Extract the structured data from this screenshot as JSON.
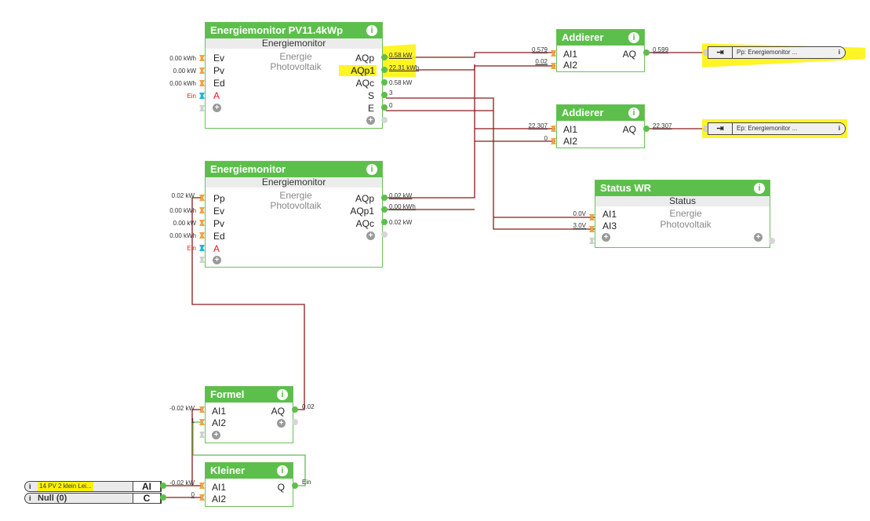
{
  "blocks": {
    "em1": {
      "title": "Energiemonitor PV11.4kWp",
      "subtitle": "Energiemonitor",
      "mid_lines": [
        "Energie",
        "Photovoltaik"
      ],
      "inputs": [
        {
          "name": "Ev",
          "value": "0.00 kWh"
        },
        {
          "name": "Pv",
          "value": "0.00 kW"
        },
        {
          "name": "Ed",
          "value": "0.00 kWh"
        },
        {
          "name": "A",
          "value": "Ein"
        }
      ],
      "outputs": [
        {
          "name": "AQp",
          "value": "0.58 kW"
        },
        {
          "name": "AQp1",
          "value": "22.31 kWh"
        },
        {
          "name": "AQc",
          "value": "0.58 kW"
        },
        {
          "name": "S",
          "value": "3"
        },
        {
          "name": "E",
          "value": "0"
        }
      ]
    },
    "em2": {
      "title": "Energiemonitor",
      "subtitle": "Energiemonitor",
      "mid_lines": [
        "Energie",
        "Photovoltaik"
      ],
      "inputs": [
        {
          "name": "Pp",
          "value": "0.02 kW"
        },
        {
          "name": "Ev",
          "value": "0.00 kWh"
        },
        {
          "name": "Pv",
          "value": "0.00 kW"
        },
        {
          "name": "Ed",
          "value": "0.00 kWh"
        },
        {
          "name": "A",
          "value": "Ein"
        }
      ],
      "outputs": [
        {
          "name": "AQp",
          "value": "0.02 kW"
        },
        {
          "name": "AQp1",
          "value": "0.00 kWh"
        },
        {
          "name": "AQc",
          "value": "0.02 kW"
        }
      ]
    },
    "add1": {
      "title": "Addierer",
      "inputs": [
        {
          "name": "AI1",
          "value": "0.579"
        },
        {
          "name": "AI2",
          "value": "0.02"
        }
      ],
      "outputs": [
        {
          "name": "AQ",
          "value": "0.599"
        }
      ]
    },
    "add2": {
      "title": "Addierer",
      "inputs": [
        {
          "name": "AI1",
          "value": "22.307"
        },
        {
          "name": "AI2",
          "value": "0"
        }
      ],
      "outputs": [
        {
          "name": "AQ",
          "value": "22.307"
        }
      ]
    },
    "status": {
      "title": "Status WR",
      "subtitle": "Status",
      "mid_lines": [
        "Energie",
        "Photovoltaik"
      ],
      "inputs": [
        {
          "name": "AI1",
          "value": "0.0V"
        },
        {
          "name": "AI3",
          "value": "3.0V"
        }
      ]
    },
    "formel": {
      "title": "Formel",
      "inputs": [
        {
          "name": "AI1",
          "value": "-0.02 kW"
        },
        {
          "name": "AI2",
          "value": "1"
        }
      ],
      "outputs": [
        {
          "name": "AQ",
          "value": "0.02"
        }
      ]
    },
    "kleiner": {
      "title": "Kleiner",
      "inputs": [
        {
          "name": "AI1",
          "value": "-0.02 kW"
        },
        {
          "name": "AI2",
          "value": "0"
        }
      ],
      "outputs": [
        {
          "name": "Q",
          "value": "Ein"
        }
      ]
    }
  },
  "external_outputs": [
    {
      "label": "Pp: Energiemonitor ...",
      "icon": "⇥"
    },
    {
      "label": "Ep: Energiemonitor ...",
      "icon": "⇥"
    }
  ],
  "external_inputs": [
    {
      "label": "14 PV 2 klein Lei...",
      "type": "AI"
    },
    {
      "label": "Null (0)",
      "type": "C"
    }
  ],
  "info_glyph": "i",
  "plus_glyph": "+"
}
